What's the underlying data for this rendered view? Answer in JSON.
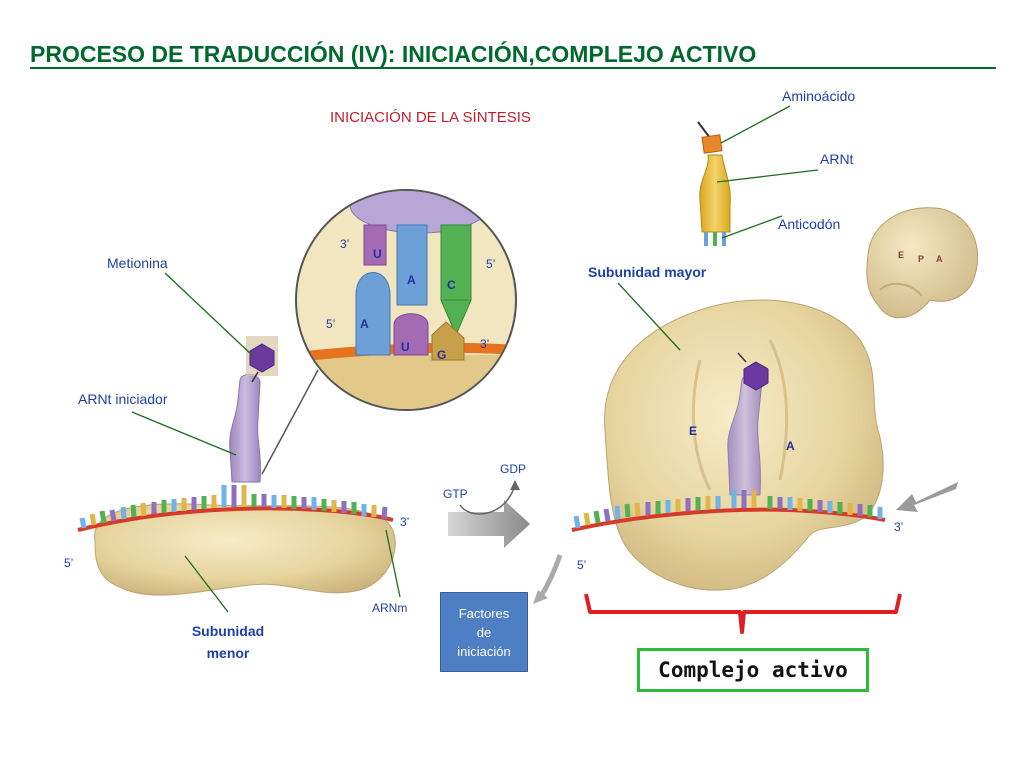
{
  "title": "PROCESO DE TRADUCCIÓN (IV): INICIACIÓN,COMPLEJO ACTIVO",
  "subtitle": "INICIACIÓN DE LA SÍNTESIS",
  "labels": {
    "metionina": "Metionina",
    "arnt_iniciador": "ARNt iniciador",
    "subunidad_menor_1": "Subunidad",
    "subunidad_menor_2": "menor",
    "arnm": "ARNm",
    "aminoacido": "Aminoácido",
    "arnt": "ARNt",
    "anticodon": "Anticodón",
    "subunidad_mayor": "Subunidad mayor",
    "gdp": "GDP",
    "gtp": "GTP",
    "five_prime": "5’",
    "three_prime": "3’",
    "site_e": "E",
    "site_p": "P",
    "site_a": "A"
  },
  "codon_bases": {
    "anticodon": [
      "U",
      "A",
      "C"
    ],
    "codon": [
      "A",
      "U",
      "G"
    ]
  },
  "factores_box": [
    "Factores",
    "de",
    "iniciación"
  ],
  "complejo_activo": "Complejo activo",
  "colors": {
    "title_green": "#006a2e",
    "subtitle_red": "#c51d2a",
    "label_blue": "#1f3fa8",
    "rna_strand": "#d63a2a",
    "ribosome": "#e9d9a6",
    "trna": "#b7a2cf",
    "methionine": "#6a3aa0",
    "box_blue": "#4e7ec3",
    "bracket_red": "#e02020",
    "complejo_border": "#2dbb3a"
  }
}
